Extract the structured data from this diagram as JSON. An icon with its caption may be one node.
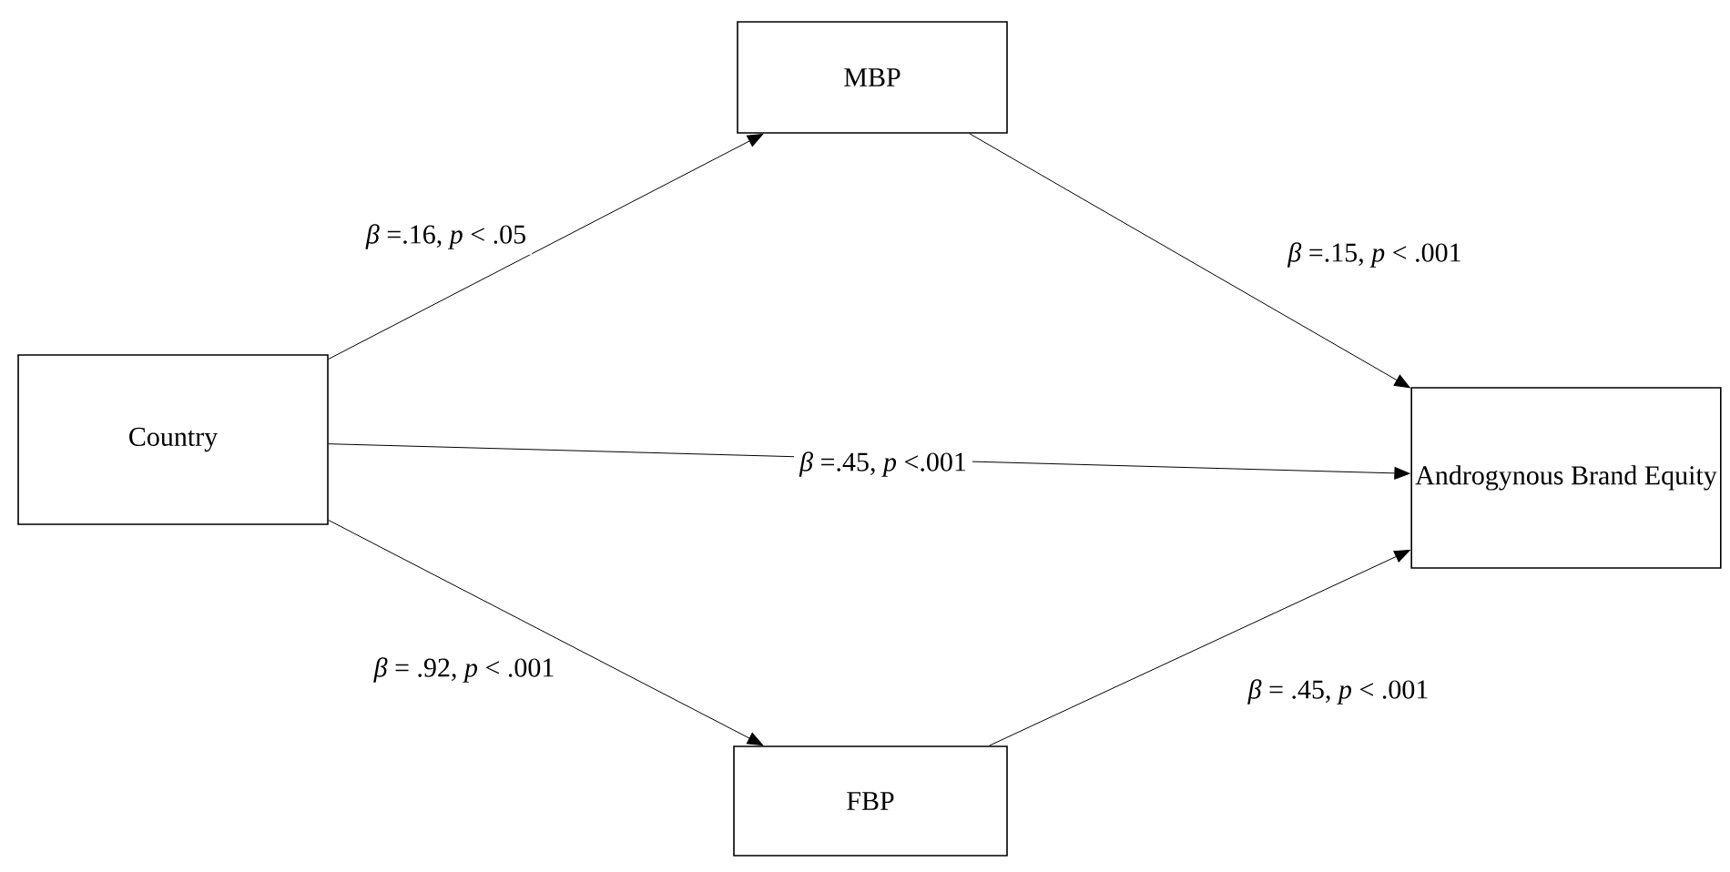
{
  "diagram": {
    "nodes": [
      {
        "text": [
          "Country"
        ]
      },
      {
        "text": [
          "MBP"
        ]
      },
      {
        "text": [
          "FBP"
        ]
      },
      {
        "text": [
          "Androgynous Brand Equity"
        ]
      }
    ],
    "edges": [
      {
        "from": 0,
        "to": 1,
        "arrow": "to",
        "label": "*β* =.16, *p* < .05"
      },
      {
        "from": 1,
        "to": 3,
        "arrow": "to",
        "label": "*β* =.15, *p* < .001"
      },
      {
        "from": 0,
        "to": 3,
        "arrow": "to",
        "label": "*β* =.45, *p* <.001"
      },
      {
        "from": 0,
        "to": 2,
        "arrow": "to",
        "label": "*β* = .92, *p* < .001"
      },
      {
        "from": 2,
        "to": 3,
        "arrow": "to",
        "label": "*β* = .45, *p* < .001"
      }
    ]
  }
}
